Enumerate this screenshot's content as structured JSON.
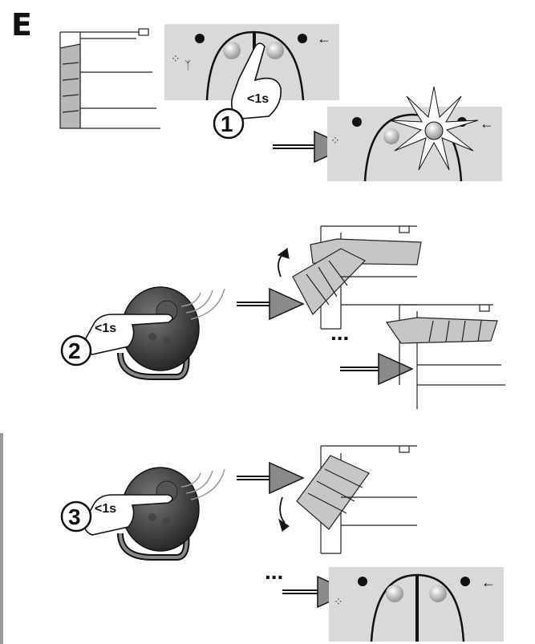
{
  "section_letter": "E",
  "steps": [
    {
      "number": "1",
      "duration": "<1s"
    },
    {
      "number": "2",
      "duration": "<1s"
    },
    {
      "number": "3",
      "duration": "<1s"
    }
  ],
  "ellipsis": "...",
  "colors": {
    "panel_gray": "#d9d9d9",
    "ink": "#111111",
    "remote_dark": "#3a3a3a",
    "arrow_gray": "#8a8a8a",
    "door_gray": "#b5b5b5"
  }
}
